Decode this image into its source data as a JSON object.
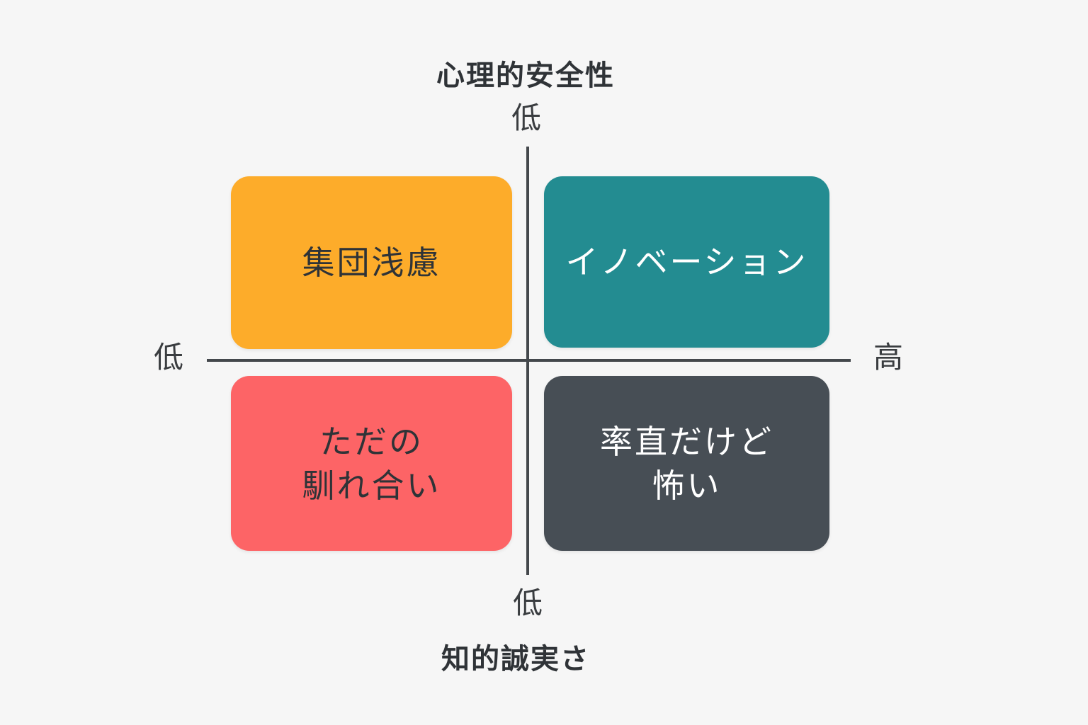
{
  "axes": {
    "vertical_title": "心理的安全性",
    "horizontal_title": "知的誠実さ",
    "top_label": "低",
    "bottom_label": "低",
    "left_label": "低",
    "right_label": "高"
  },
  "quadrants": {
    "top_left": {
      "lines": [
        "集団浅慮"
      ],
      "color": "#fdac2a",
      "text_color": "#2f3337"
    },
    "top_right": {
      "lines": [
        "イノベーション"
      ],
      "color": "#238c91",
      "text_color": "#ffffff"
    },
    "bottom_left": {
      "lines": [
        "ただの",
        "馴れ合い"
      ],
      "color": "#fd6466",
      "text_color": "#2f3337"
    },
    "bottom_right": {
      "lines": [
        "率直だけど",
        "怖い"
      ],
      "color": "#474e55",
      "text_color": "#ffffff"
    }
  },
  "colors": {
    "background": "#f6f6f6",
    "axis": "#44484c"
  }
}
